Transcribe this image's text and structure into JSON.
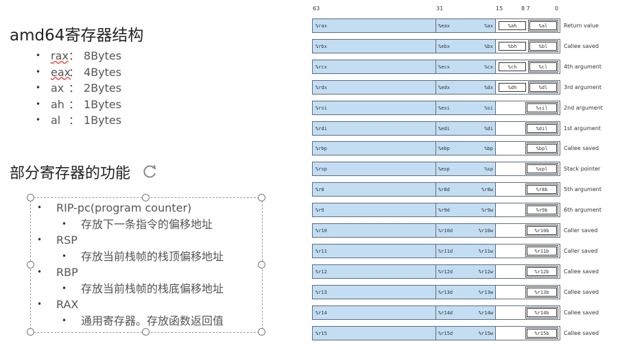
{
  "left": {
    "title": "amd64寄存器结构",
    "sizes": [
      {
        "reg": "rax",
        "sep": "：",
        "val": "8Bytes"
      },
      {
        "reg": "eax",
        "sep": "：",
        "val": "4Bytes"
      },
      {
        "reg": "ax",
        "sep": "：",
        "val": "2Bytes"
      },
      {
        "reg": "ah",
        "sep": "：",
        "val": "1Bytes"
      },
      {
        "reg": "al",
        "sep": "：",
        "val": "1Bytes"
      }
    ],
    "subtitle": "部分寄存器的功能",
    "functions": [
      {
        "name": "RIP-pc(program counter)",
        "detail": "存放下一条指令的偏移地址"
      },
      {
        "name": "RSP",
        "detail": "存放当前栈帧的栈顶偏移地址"
      },
      {
        "name": "RBP",
        "detail": "存放当前栈帧的栈底偏移地址"
      },
      {
        "name": "RAX",
        "detail": "通用寄存器。存放函数返回值"
      }
    ]
  },
  "diagram": {
    "bit_labels": [
      "63",
      "31",
      "15",
      "8 7",
      "0"
    ],
    "registers": [
      {
        "r64": "%rax",
        "r32": "%eax",
        "r16": "%ax",
        "h": "%ah",
        "l": "%al",
        "desc": "Return value"
      },
      {
        "r64": "%rbx",
        "r32": "%ebx",
        "r16": "%bx",
        "h": "%bh",
        "l": "%bl",
        "desc": "Callee saved"
      },
      {
        "r64": "%rcx",
        "r32": "%ecx",
        "r16": "%cx",
        "h": "%ch",
        "l": "%cl",
        "desc": "4th argument"
      },
      {
        "r64": "%rdx",
        "r32": "%edx",
        "r16": "%dx",
        "h": "%dh",
        "l": "%dl",
        "desc": "3rd argument"
      },
      {
        "r64": "%rsi",
        "r32": "%esi",
        "r16": "%si",
        "h": "",
        "l": "%sil",
        "desc": "2nd argument"
      },
      {
        "r64": "%rdi",
        "r32": "%edi",
        "r16": "%di",
        "h": "",
        "l": "%dil",
        "desc": "1st argument"
      },
      {
        "r64": "%rbp",
        "r32": "%ebp",
        "r16": "%bp",
        "h": "",
        "l": "%bpl",
        "desc": "Callee saved"
      },
      {
        "r64": "%rsp",
        "r32": "%esp",
        "r16": "%sp",
        "h": "",
        "l": "%spl",
        "desc": "Stack pointer"
      },
      {
        "r64": "%r8",
        "r32": "%r8d",
        "r16": "%r8w",
        "h": "",
        "l": "%r8b",
        "desc": "5th argument"
      },
      {
        "r64": "%r9",
        "r32": "%r9d",
        "r16": "%r9w",
        "h": "",
        "l": "%r9b",
        "desc": "6th argument"
      },
      {
        "r64": "%r10",
        "r32": "%r10d",
        "r16": "%r10w",
        "h": "",
        "l": "%r10b",
        "desc": "Caller saved"
      },
      {
        "r64": "%r11",
        "r32": "%r11d",
        "r16": "%r11w",
        "h": "",
        "l": "%r11b",
        "desc": "Caller saved"
      },
      {
        "r64": "%r12",
        "r32": "%r12d",
        "r16": "%r12w",
        "h": "",
        "l": "%r12b",
        "desc": "Callee saved"
      },
      {
        "r64": "%r13",
        "r32": "%r13d",
        "r16": "%r13w",
        "h": "",
        "l": "%r13b",
        "desc": "Callee saved"
      },
      {
        "r64": "%r14",
        "r32": "%r14d",
        "r16": "%r14w",
        "h": "",
        "l": "%r14b",
        "desc": "Callee saved"
      },
      {
        "r64": "%r15",
        "r32": "%r15d",
        "r16": "%r15w",
        "h": "",
        "l": "%r15b",
        "desc": "Callee saved"
      }
    ]
  }
}
